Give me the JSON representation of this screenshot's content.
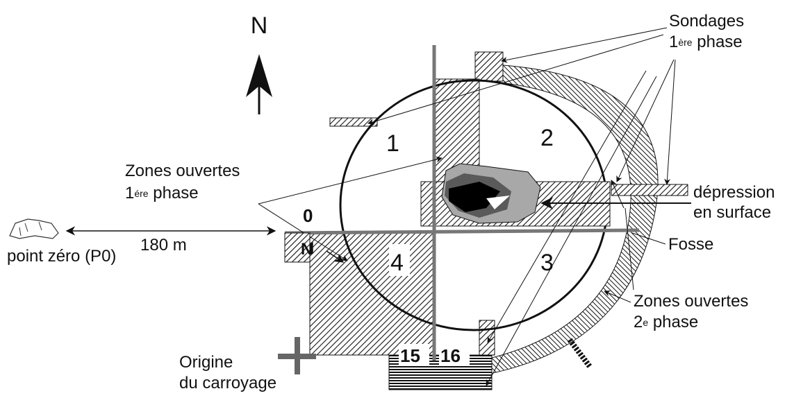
{
  "north_label": "N",
  "legend": {
    "sondages_line1": "Sondages",
    "sondages_line2_num": "1",
    "sondages_line2_sup": "ère",
    "sondages_line2_rest": " phase",
    "zones1_line1": "Zones ouvertes",
    "zones1_line2_num": "1",
    "zones1_line2_sup": "ére",
    "zones1_line2_rest": " phase",
    "zones2_line1": "Zones ouvertes",
    "zones2_line2_num": "2",
    "zones2_line2_sup": "e",
    "zones2_line2_rest": " phase",
    "depression_line1": "dépression",
    "depression_line2": "en surface",
    "fosse": "Fosse",
    "origine_line1": "Origine",
    "origine_line2": "du carroyage",
    "point_zero": "point zéro (P0)",
    "distance": "180 m"
  },
  "quadrants": {
    "q0": "0",
    "q1": "1",
    "q2": "2",
    "q3": "3",
    "q4": "4",
    "q15": "15",
    "q16": "16",
    "n_small": "N"
  },
  "colors": {
    "ink": "#111111",
    "axis_gray": "#777777",
    "fill_light": "#a8a8a8",
    "fill_dark": "#5a5a5a",
    "fill_black": "#000000"
  }
}
